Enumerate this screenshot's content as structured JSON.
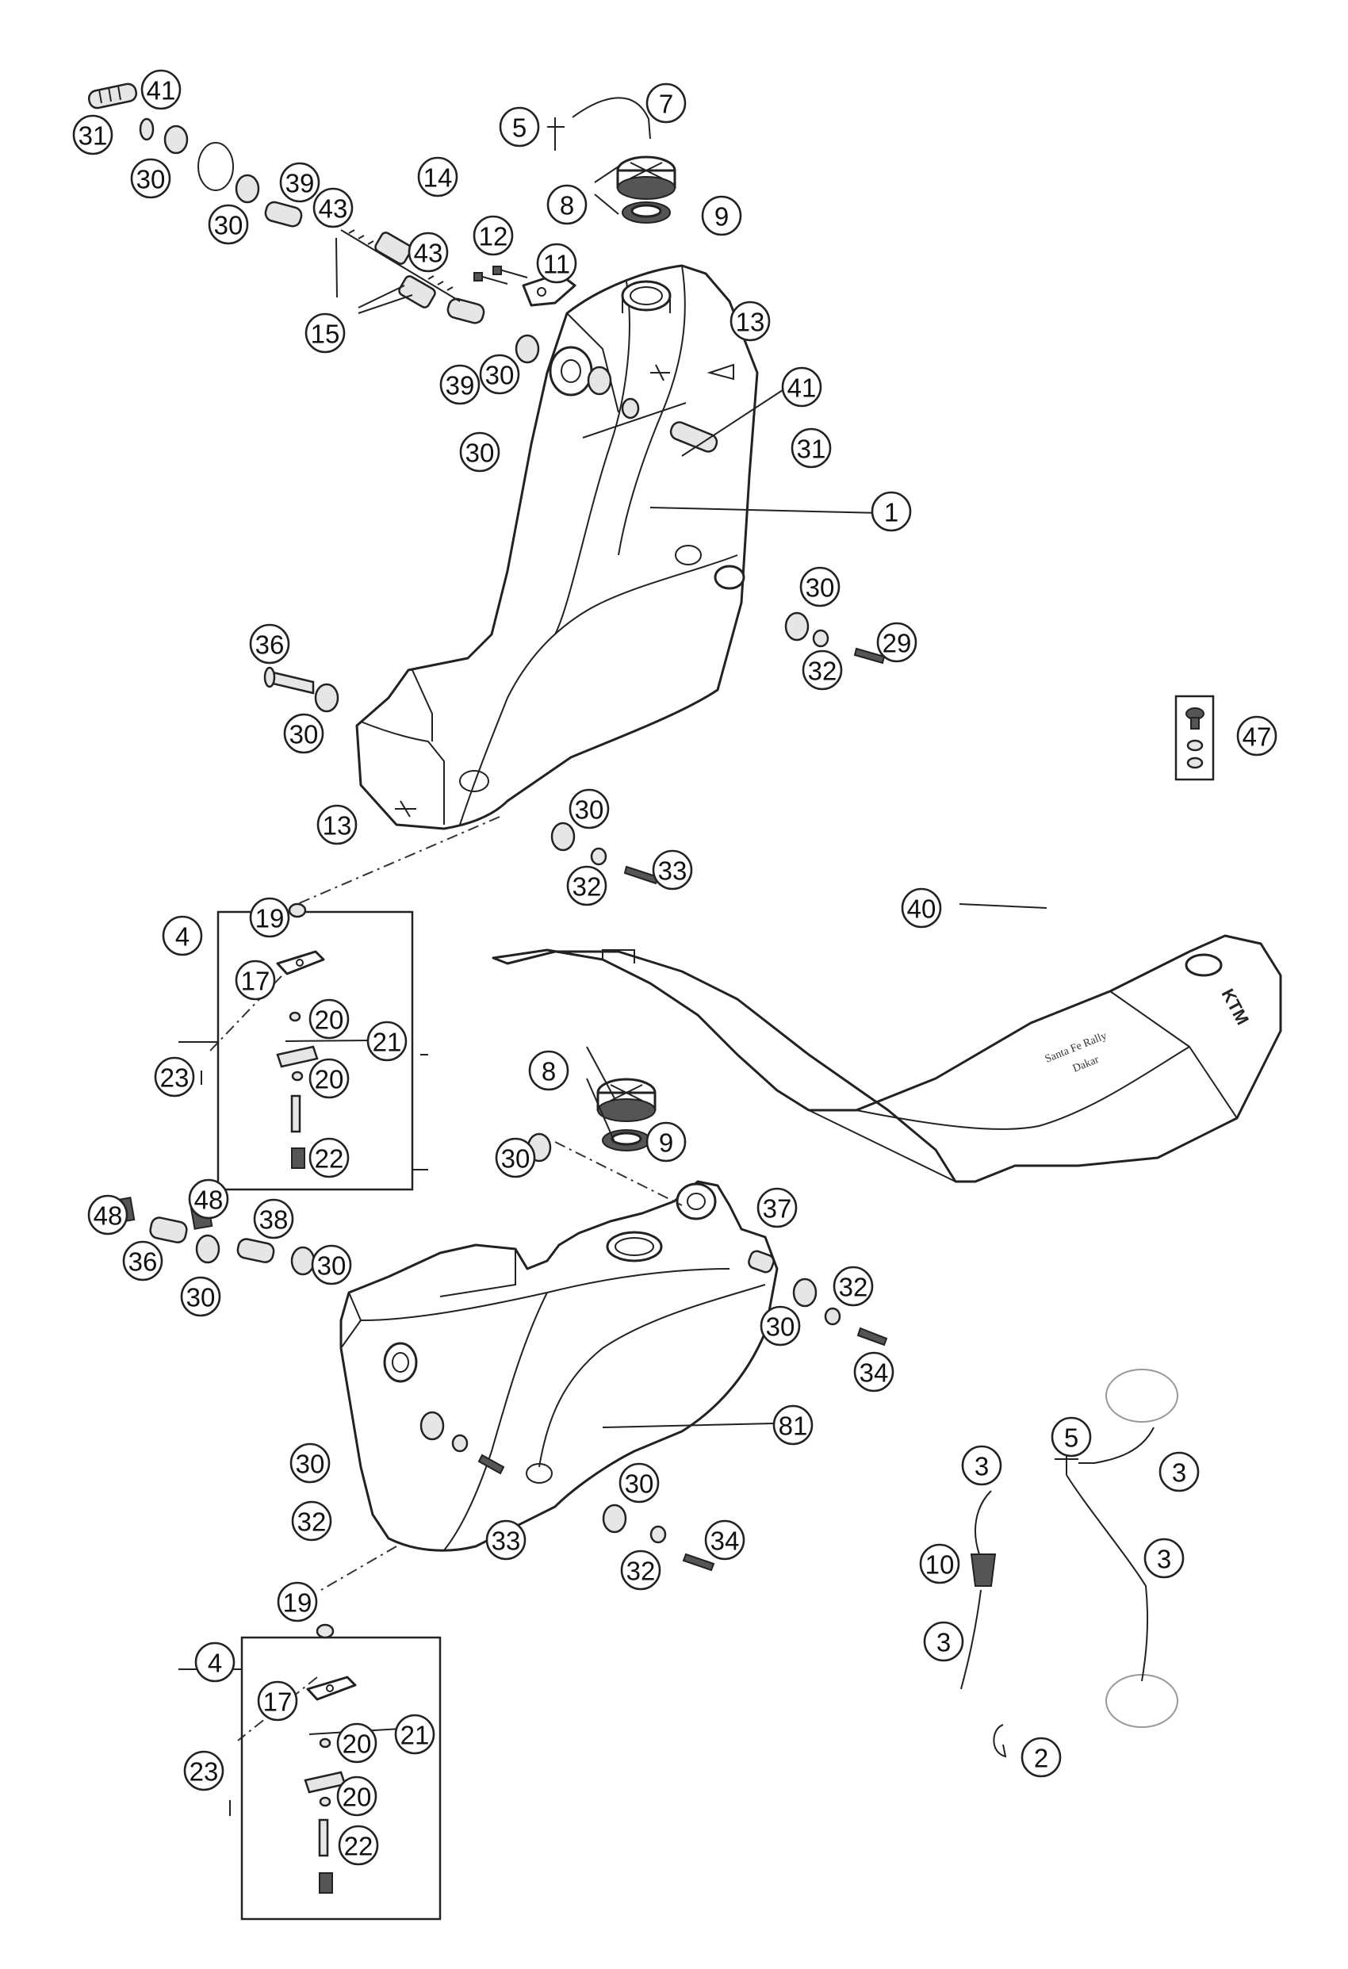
{
  "callouts": [
    {
      "id": "c31a",
      "label": "31"
    },
    {
      "id": "c41a",
      "label": "41"
    },
    {
      "id": "c30a",
      "label": "30"
    },
    {
      "id": "c30b",
      "label": "30"
    },
    {
      "id": "c39a",
      "label": "39"
    },
    {
      "id": "c43a",
      "label": "43"
    },
    {
      "id": "c14",
      "label": "14"
    },
    {
      "id": "c43b",
      "label": "43"
    },
    {
      "id": "c15",
      "label": "15"
    },
    {
      "id": "c39b",
      "label": "39"
    },
    {
      "id": "c30c",
      "label": "30"
    },
    {
      "id": "c5a",
      "label": "5"
    },
    {
      "id": "c7",
      "label": "7"
    },
    {
      "id": "c8a",
      "label": "8"
    },
    {
      "id": "c9a",
      "label": "9"
    },
    {
      "id": "c12",
      "label": "12"
    },
    {
      "id": "c11",
      "label": "11"
    },
    {
      "id": "c13a",
      "label": "13"
    },
    {
      "id": "c41b",
      "label": "41"
    },
    {
      "id": "c30d",
      "label": "30"
    },
    {
      "id": "c31b",
      "label": "31"
    },
    {
      "id": "c1",
      "label": "1"
    },
    {
      "id": "c30e",
      "label": "30"
    },
    {
      "id": "c32a",
      "label": "32"
    },
    {
      "id": "c29",
      "label": "29"
    },
    {
      "id": "c36a",
      "label": "36"
    },
    {
      "id": "c30f",
      "label": "30"
    },
    {
      "id": "c13b",
      "label": "13"
    },
    {
      "id": "c30g",
      "label": "30"
    },
    {
      "id": "c32b",
      "label": "32"
    },
    {
      "id": "c33a",
      "label": "33"
    },
    {
      "id": "c47",
      "label": "47"
    },
    {
      "id": "c40",
      "label": "40"
    },
    {
      "id": "c19a",
      "label": "19"
    },
    {
      "id": "c4a",
      "label": "4"
    },
    {
      "id": "c17a",
      "label": "17"
    },
    {
      "id": "c20a",
      "label": "20"
    },
    {
      "id": "c21a",
      "label": "21"
    },
    {
      "id": "c23a",
      "label": "23"
    },
    {
      "id": "c20b",
      "label": "20"
    },
    {
      "id": "c22a",
      "label": "22"
    },
    {
      "id": "c8b",
      "label": "8"
    },
    {
      "id": "c9b",
      "label": "9"
    },
    {
      "id": "c30h",
      "label": "30"
    },
    {
      "id": "c48a",
      "label": "48"
    },
    {
      "id": "c48b",
      "label": "48"
    },
    {
      "id": "c36b",
      "label": "36"
    },
    {
      "id": "c38",
      "label": "38"
    },
    {
      "id": "c30i",
      "label": "30"
    },
    {
      "id": "c30j",
      "label": "30"
    },
    {
      "id": "c37",
      "label": "37"
    },
    {
      "id": "c32c",
      "label": "32"
    },
    {
      "id": "c30k",
      "label": "30"
    },
    {
      "id": "c34a",
      "label": "34"
    },
    {
      "id": "c81",
      "label": "81"
    },
    {
      "id": "c30l",
      "label": "30"
    },
    {
      "id": "c32d",
      "label": "32"
    },
    {
      "id": "c33b",
      "label": "33"
    },
    {
      "id": "c30m",
      "label": "30"
    },
    {
      "id": "c32e",
      "label": "32"
    },
    {
      "id": "c34b",
      "label": "34"
    },
    {
      "id": "c5b",
      "label": "5"
    },
    {
      "id": "c3a",
      "label": "3"
    },
    {
      "id": "c3b",
      "label": "3"
    },
    {
      "id": "c10",
      "label": "10"
    },
    {
      "id": "c3c",
      "label": "3"
    },
    {
      "id": "c3d",
      "label": "3"
    },
    {
      "id": "c2",
      "label": "2"
    },
    {
      "id": "c19b",
      "label": "19"
    },
    {
      "id": "c4b",
      "label": "4"
    },
    {
      "id": "c17b",
      "label": "17"
    },
    {
      "id": "c20c",
      "label": "20"
    },
    {
      "id": "c21b",
      "label": "21"
    },
    {
      "id": "c23b",
      "label": "23"
    },
    {
      "id": "c20d",
      "label": "20"
    },
    {
      "id": "c22b",
      "label": "22"
    }
  ],
  "seat": {
    "brand": "KTM",
    "script": "Santa Fe Rally",
    "script2": "Dakar"
  },
  "colors": {
    "line": "#222222",
    "background": "#ffffff"
  }
}
